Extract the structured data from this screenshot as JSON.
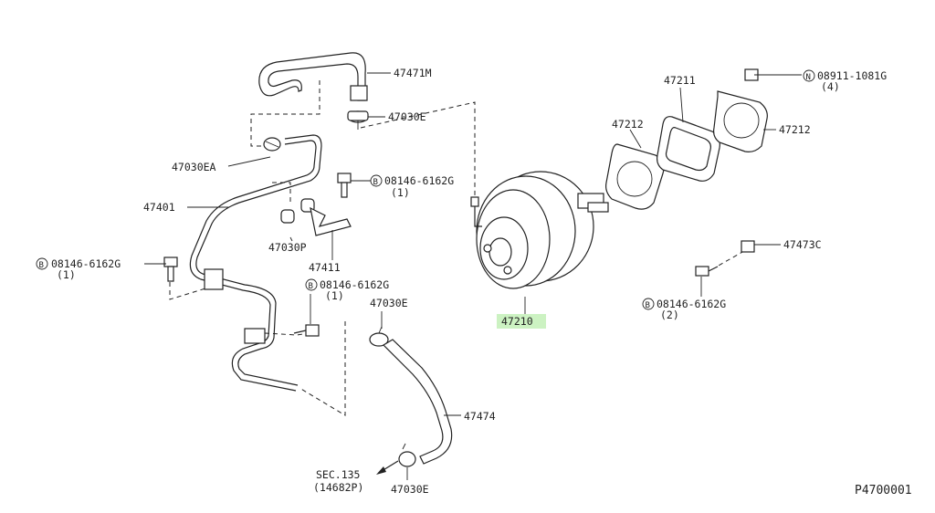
{
  "labels": {
    "p47471M": "47471M",
    "p47030E_top": "47030E",
    "p47030EA": "47030EA",
    "p08146_a": "08146-6162G",
    "p08146_a_qty": "(1)",
    "p47401": "47401",
    "p47030P": "47030P",
    "p47411": "47411",
    "p08146_b": "08146-6162G",
    "p08146_b_qty": "(1)",
    "p08146_c": "08146-6162G",
    "p08146_c_qty": "(1)",
    "p47030E_mid": "47030E",
    "p47474": "47474",
    "sec135": "SEC.135",
    "sec135_ref": "(14682P)",
    "p47030E_bot": "47030E",
    "p47210": "47210",
    "p47212_left": "47212",
    "p47211": "47211",
    "p08911": "08911-1081G",
    "p08911_qty": "(4)",
    "p47212_right": "47212",
    "p47473C": "47473C",
    "p08146_d": "08146-6162G",
    "p08146_d_qty": "(2)",
    "diagram_id": "P4700001"
  },
  "markers": {
    "bolt": "B",
    "nut": "N"
  },
  "colors": {
    "line": "#222222",
    "highlight": "#ccf2c2",
    "background": "#ffffff"
  }
}
